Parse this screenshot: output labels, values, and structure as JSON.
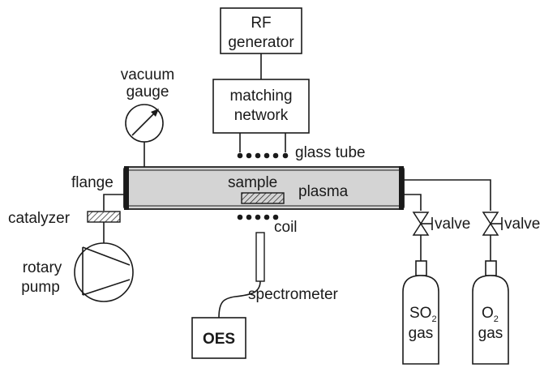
{
  "labels": {
    "rf_generator_line1": "RF",
    "rf_generator_line2": "generator",
    "matching_line1": "matching",
    "matching_line2": "network",
    "vacuum_line1": "vacuum",
    "vacuum_line2": "gauge",
    "glass_tube": "glass tube",
    "flange": "flange",
    "sample": "sample",
    "plasma": "plasma",
    "catalyzer": "catalyzer",
    "coil": "coil",
    "rotary_line1": "rotary",
    "rotary_line2": "pump",
    "spectrometer": "spectrometer",
    "oes": "OES",
    "valve_1": "valve",
    "valve_2": "valve",
    "so2_base": "SO",
    "so2_sub": "2",
    "so2_gas": "gas",
    "o2_base": "O",
    "o2_sub": "2",
    "o2_gas": "gas"
  },
  "colors": {
    "tube_fill": "#d4d4d4",
    "line": "#1a1a1a"
  }
}
